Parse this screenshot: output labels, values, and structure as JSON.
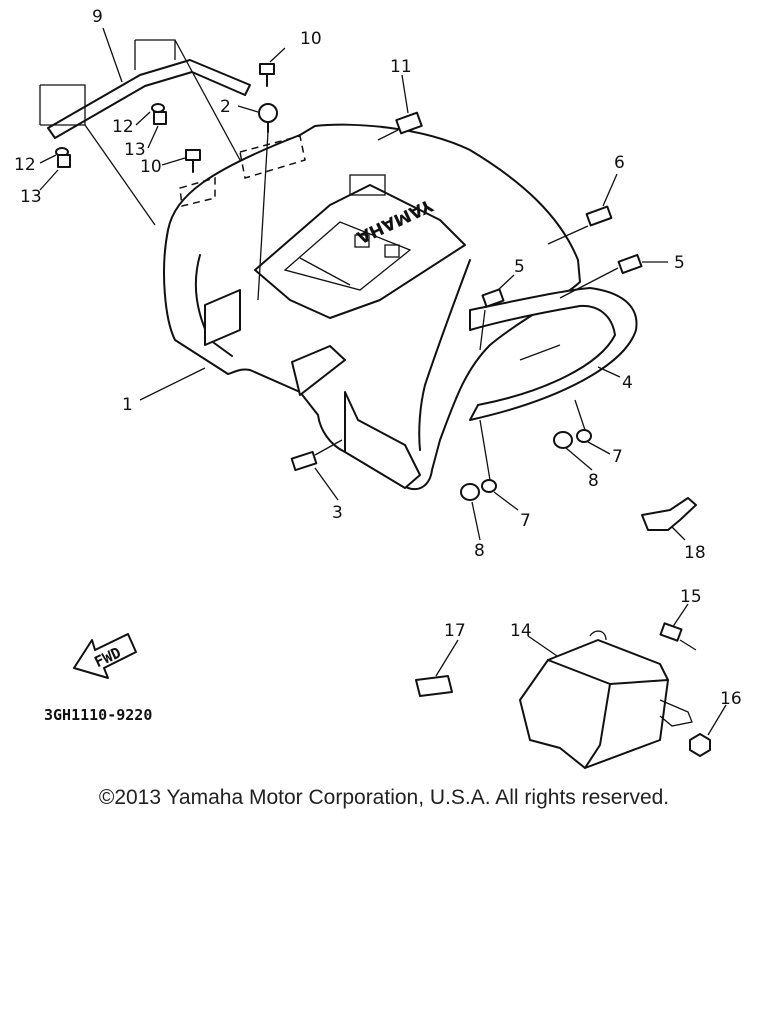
{
  "diagram": {
    "drawing_code": "3GH1110-9220",
    "brand_emboss": "YAMAHA",
    "direction_label": "FWD",
    "callouts": [
      {
        "id": "c1",
        "label": "1"
      },
      {
        "id": "c2",
        "label": "2"
      },
      {
        "id": "c3",
        "label": "3"
      },
      {
        "id": "c4",
        "label": "4"
      },
      {
        "id": "c5a",
        "label": "5"
      },
      {
        "id": "c5b",
        "label": "5"
      },
      {
        "id": "c6",
        "label": "6"
      },
      {
        "id": "c7a",
        "label": "7"
      },
      {
        "id": "c7b",
        "label": "7"
      },
      {
        "id": "c8a",
        "label": "8"
      },
      {
        "id": "c8b",
        "label": "8"
      },
      {
        "id": "c9",
        "label": "9"
      },
      {
        "id": "c10a",
        "label": "10"
      },
      {
        "id": "c10b",
        "label": "10"
      },
      {
        "id": "c11",
        "label": "11"
      },
      {
        "id": "c12a",
        "label": "12"
      },
      {
        "id": "c12b",
        "label": "12"
      },
      {
        "id": "c13a",
        "label": "13"
      },
      {
        "id": "c13b",
        "label": "13"
      },
      {
        "id": "c14",
        "label": "14"
      },
      {
        "id": "c15",
        "label": "15"
      },
      {
        "id": "c16",
        "label": "16"
      },
      {
        "id": "c17",
        "label": "17"
      },
      {
        "id": "c18",
        "label": "18"
      }
    ]
  },
  "footer": {
    "copyright": "©2013 Yamaha Motor Corporation, U.S.A. All rights reserved."
  }
}
